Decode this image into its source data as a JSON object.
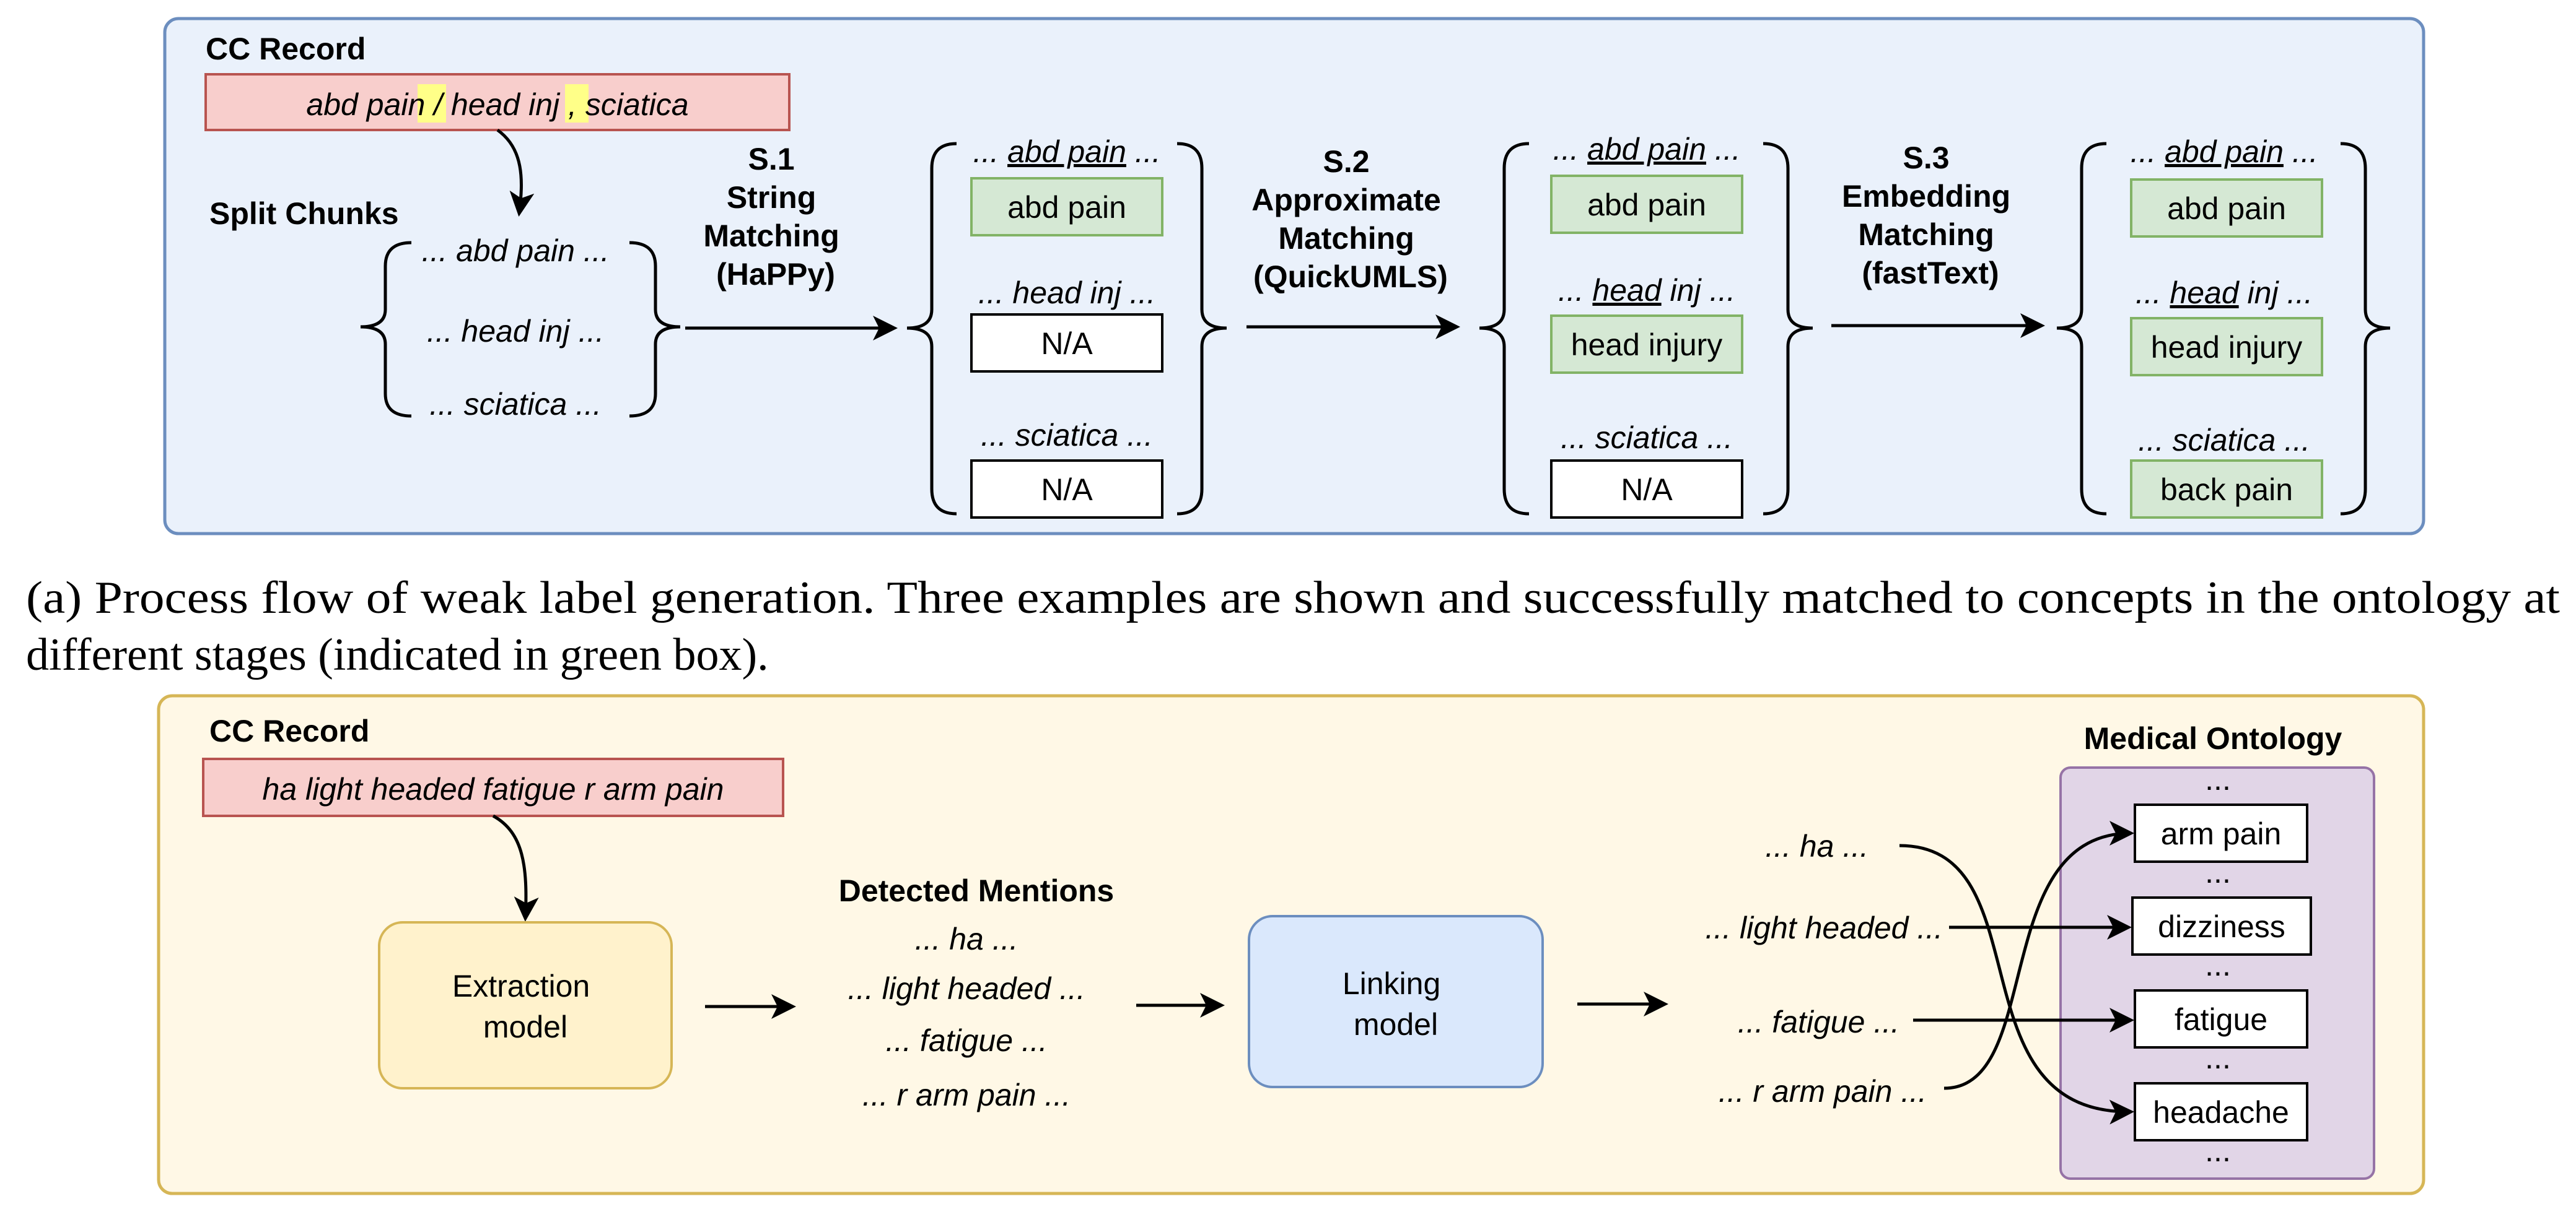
{
  "top_panel": {
    "record_label": "CC Record",
    "record_parts": [
      "abd pain",
      "/",
      "head inj",
      ",",
      "sciatica"
    ],
    "split_label": "Split Chunks",
    "chunks": [
      "... abd pain ...",
      "... head inj ...",
      "... sciatica ..."
    ],
    "stage1": {
      "lines": [
        "S.1",
        "String",
        "Matching",
        "(HaPPy)"
      ]
    },
    "stage2": {
      "lines": [
        "S.2",
        "Approximate",
        "Matching",
        "(QuickUMLS)"
      ]
    },
    "stage3": {
      "lines": [
        "S.3",
        "Embedding",
        "Matching",
        "(fastText)"
      ]
    },
    "ellipsis": "...",
    "results1": [
      {
        "pre": "... ",
        "uline": "abd pain",
        "post": " ...",
        "result": "abd pain",
        "matched": true
      },
      {
        "pre": "... head inj ...",
        "uline": "",
        "post": "",
        "result": "N/A",
        "matched": false
      },
      {
        "pre": "... sciatica ...",
        "uline": "",
        "post": "",
        "result": "N/A",
        "matched": false
      }
    ],
    "results2": [
      {
        "pre": "... ",
        "uline": "abd pain",
        "post": " ...",
        "result": "abd pain",
        "matched": true
      },
      {
        "pre": "... ",
        "uline": "head",
        "post": " inj ...",
        "result": "head injury",
        "matched": true
      },
      {
        "pre": "... sciatica ...",
        "uline": "",
        "post": "",
        "result": "N/A",
        "matched": false
      }
    ],
    "results3": [
      {
        "pre": "... ",
        "uline": "abd pain",
        "post": " ...",
        "result": "abd pain",
        "matched": true
      },
      {
        "pre": "... ",
        "uline": "head",
        "post": " inj ...",
        "result": "head injury",
        "matched": true
      },
      {
        "pre": "... sciatica ...",
        "uline": "",
        "post": "",
        "result": "back pain",
        "matched": true
      }
    ]
  },
  "caption_a": {
    "line1": "(a) Process flow of weak label generation. Three examples are shown and successfully matched to concepts in the ontology at",
    "line2": "different stages (indicated in green box)."
  },
  "bottom_panel": {
    "record_label": "CC Record",
    "record_text": "ha light headed fatigue r arm pain",
    "extraction_lines": [
      "Extraction",
      "model"
    ],
    "mentions_label": "Detected Mentions",
    "mentions": [
      "... ha ...",
      "... light headed ...",
      "... fatigue ...",
      "... r arm pain ..."
    ],
    "linking_lines": [
      "Linking",
      "model"
    ],
    "ontology_label": "Medical Ontology",
    "ontology_concepts": [
      "arm pain",
      "dizziness",
      "fatigue",
      "headache"
    ],
    "ellipsis": "..."
  },
  "colors": {
    "top_panel_fill": "#eaf1fb",
    "top_panel_stroke": "#6c8ebf",
    "bottom_panel_fill": "#fff8e6",
    "bottom_panel_stroke": "#d6b656",
    "record_fill": "#f8cecc",
    "record_stroke": "#b85450",
    "highlight": "#ffff88",
    "match_fill": "#d5e8d4",
    "match_stroke": "#82b366",
    "extraction_fill": "#fff2cc",
    "extraction_stroke": "#d6b656",
    "linking_fill": "#dae8fc",
    "linking_stroke": "#6c8ebf",
    "ontology_fill": "#e1d5e7",
    "ontology_stroke": "#9673a6"
  }
}
